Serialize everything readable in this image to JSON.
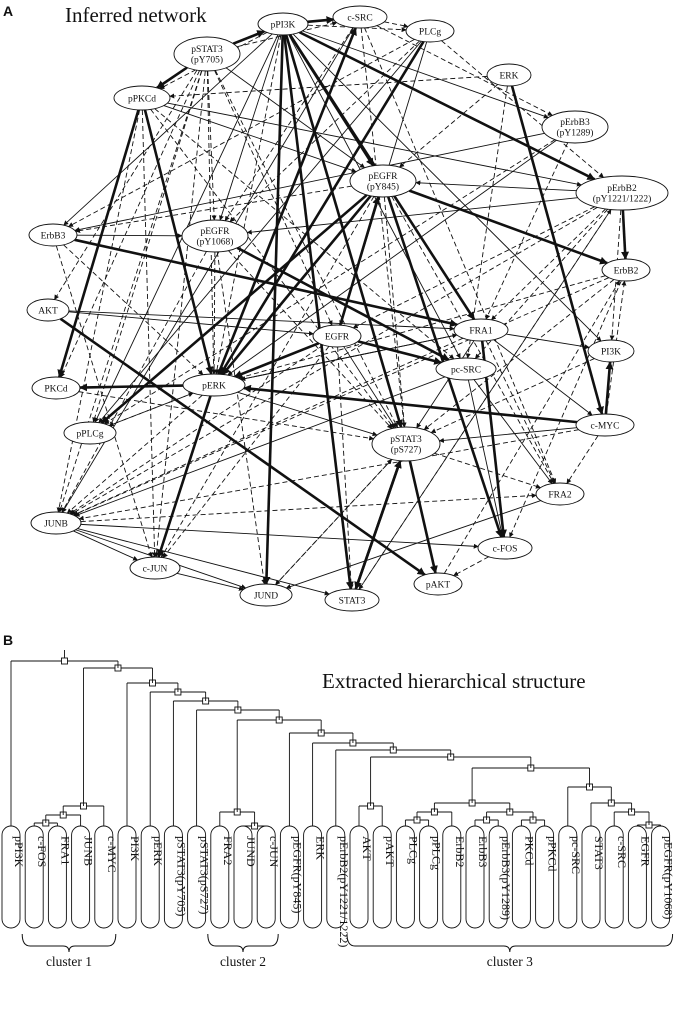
{
  "panel_a": {
    "letter": "A",
    "title": "Inferred network",
    "nodes": [
      {
        "id": "pPI3K",
        "label": [
          "pPI3K"
        ]
      },
      {
        "id": "cSRC",
        "label": [
          "c-SRC"
        ]
      },
      {
        "id": "PLCg",
        "label": [
          "PLCg"
        ]
      },
      {
        "id": "pSTAT3_705",
        "label": [
          "pSTAT3",
          "(pY705)"
        ]
      },
      {
        "id": "ERK",
        "label": [
          "ERK"
        ]
      },
      {
        "id": "pPKCd",
        "label": [
          "pPKCd"
        ]
      },
      {
        "id": "pErbB3",
        "label": [
          "pErbB3",
          "(pY1289)"
        ]
      },
      {
        "id": "pEGFR_845",
        "label": [
          "pEGFR",
          "(pY845)"
        ]
      },
      {
        "id": "pErbB2",
        "label": [
          "pErbB2",
          "(pY1221/1222)"
        ]
      },
      {
        "id": "ErbB3",
        "label": [
          "ErbB3"
        ]
      },
      {
        "id": "pEGFR_1068",
        "label": [
          "pEGFR",
          "(pY1068)"
        ]
      },
      {
        "id": "ErbB2",
        "label": [
          "ErbB2"
        ]
      },
      {
        "id": "AKT",
        "label": [
          "AKT"
        ]
      },
      {
        "id": "EGFR",
        "label": [
          "EGFR"
        ]
      },
      {
        "id": "FRA1",
        "label": [
          "FRA1"
        ]
      },
      {
        "id": "PI3K",
        "label": [
          "PI3K"
        ]
      },
      {
        "id": "pcSRC",
        "label": [
          "pc-SRC"
        ]
      },
      {
        "id": "PKCd",
        "label": [
          "PKCd"
        ]
      },
      {
        "id": "pERK",
        "label": [
          "pERK"
        ]
      },
      {
        "id": "cMYC",
        "label": [
          "c-MYC"
        ]
      },
      {
        "id": "pSTAT3_727",
        "label": [
          "pSTAT3",
          "(pS727)"
        ]
      },
      {
        "id": "pPLCg",
        "label": [
          "pPLCg"
        ]
      },
      {
        "id": "FRA2",
        "label": [
          "FRA2"
        ]
      },
      {
        "id": "JUNB",
        "label": [
          "JUNB"
        ]
      },
      {
        "id": "cFOS",
        "label": [
          "c-FOS"
        ]
      },
      {
        "id": "cJUN",
        "label": [
          "c-JUN"
        ]
      },
      {
        "id": "JUND",
        "label": [
          "JUND"
        ]
      },
      {
        "id": "STAT3",
        "label": [
          "STAT3"
        ]
      },
      {
        "id": "pAKT",
        "label": [
          "pAKT"
        ]
      }
    ],
    "edges": [
      [
        "pSTAT3_705",
        "pPI3K",
        "bold"
      ],
      [
        "pPI3K",
        "cSRC",
        "bold"
      ],
      [
        "cSRC",
        "PLCg",
        "dashed"
      ],
      [
        "pPI3K",
        "PLCg",
        "dashed"
      ],
      [
        "pPI3K",
        "pEGFR_845",
        "bold"
      ],
      [
        "pPI3K",
        "pErbB2",
        "bold"
      ],
      [
        "pPI3K",
        "FRA1",
        "bold"
      ],
      [
        "pPI3K",
        "STAT3",
        "bold"
      ],
      [
        "pPI3K",
        "JUND",
        "bold"
      ],
      [
        "pPI3K",
        "pSTAT3_727",
        "bold"
      ],
      [
        "pPI3K",
        "pPKCd",
        "dashed"
      ],
      [
        "pPI3K",
        "ErbB3",
        "thin"
      ],
      [
        "pPI3K",
        "pEGFR_1068",
        "thin"
      ],
      [
        "pPI3K",
        "pcSRC",
        "thin"
      ],
      [
        "pPI3K",
        "pErbB3",
        "thin"
      ],
      [
        "pPI3K",
        "pERK",
        "dashed"
      ],
      [
        "pPI3K",
        "PI3K",
        "thin"
      ],
      [
        "pPI3K",
        "pPLCg",
        "thin"
      ],
      [
        "pSTAT3_705",
        "pPKCd",
        "bold"
      ],
      [
        "pSTAT3_705",
        "pEGFR_845",
        "thin"
      ],
      [
        "pSTAT3_705",
        "pERK",
        "dashed"
      ],
      [
        "pSTAT3_705",
        "pEGFR_1068",
        "dashed"
      ],
      [
        "pSTAT3_705",
        "JUNB",
        "dashed"
      ],
      [
        "pSTAT3_705",
        "AKT",
        "dashed"
      ],
      [
        "pSTAT3_705",
        "PKCd",
        "dashed"
      ],
      [
        "pSTAT3_705",
        "pPLCg",
        "dashed"
      ],
      [
        "pSTAT3_705",
        "pSTAT3_727",
        "dashed"
      ],
      [
        "pSTAT3_705",
        "cJUN",
        "dashed"
      ],
      [
        "pSTAT3_705",
        "cSRC",
        "dashed"
      ],
      [
        "pSTAT3_705",
        "EGFR",
        "dashed"
      ],
      [
        "cSRC",
        "pSTAT3_727",
        "dashed"
      ],
      [
        "cSRC",
        "pERK",
        "thin"
      ],
      [
        "cSRC",
        "FRA2",
        "dashed"
      ],
      [
        "cSRC",
        "pEGFR_1068",
        "dashed"
      ],
      [
        "cSRC",
        "pErbB3",
        "dashed"
      ],
      [
        "cSRC",
        "JUNB",
        "thin"
      ],
      [
        "PLCg",
        "pERK",
        "bold"
      ],
      [
        "PLCg",
        "EGFR",
        "thin"
      ],
      [
        "PLCg",
        "pPLCg",
        "thin"
      ],
      [
        "PLCg",
        "pEGFR_1068",
        "dashed"
      ],
      [
        "PLCg",
        "pErbB2",
        "dashed"
      ],
      [
        "PLCg",
        "ErbB3",
        "dashed"
      ],
      [
        "ERK",
        "cMYC",
        "bold"
      ],
      [
        "ERK",
        "pEGFR_845",
        "dashed"
      ],
      [
        "ERK",
        "pcSRC",
        "dashed"
      ],
      [
        "ERK",
        "pPKCd",
        "dashed"
      ],
      [
        "pPKCd",
        "pERK",
        "bold"
      ],
      [
        "pPKCd",
        "PKCd",
        "bold"
      ],
      [
        "pPKCd",
        "pErbB2",
        "thin"
      ],
      [
        "pPKCd",
        "pcSRC",
        "dashed"
      ],
      [
        "pPKCd",
        "pSTAT3_727",
        "dashed"
      ],
      [
        "pPKCd",
        "pEGFR_845",
        "thin"
      ],
      [
        "pPKCd",
        "JUNB",
        "dashed"
      ],
      [
        "pPKCd",
        "cJUN",
        "dashed"
      ],
      [
        "pErbB3",
        "pERK",
        "thin"
      ],
      [
        "pErbB3",
        "ErbB3",
        "thin"
      ],
      [
        "pErbB3",
        "FRA1",
        "dashed"
      ],
      [
        "pErbB3",
        "pPLCg",
        "dashed"
      ],
      [
        "pEGFR_845",
        "pERK",
        "bold"
      ],
      [
        "pEGFR_845",
        "ErbB2",
        "bold"
      ],
      [
        "pEGFR_845",
        "pPLCg",
        "bold"
      ],
      [
        "pEGFR_845",
        "cFOS",
        "bold"
      ],
      [
        "pEGFR_845",
        "ErbB3",
        "dashed"
      ],
      [
        "pEGFR_845",
        "pSTAT3_727",
        "dashed"
      ],
      [
        "pEGFR_845",
        "cJUN",
        "dashed"
      ],
      [
        "pEGFR_845",
        "FRA2",
        "dashed"
      ],
      [
        "pErbB2",
        "ErbB2",
        "bold"
      ],
      [
        "pErbB2",
        "pEGFR_1068",
        "thin"
      ],
      [
        "pErbB2",
        "pcSRC",
        "dashed"
      ],
      [
        "pErbB2",
        "FRA1",
        "dashed"
      ],
      [
        "pErbB2",
        "EGFR",
        "dashed"
      ],
      [
        "pErbB2",
        "PI3K",
        "dashed"
      ],
      [
        "pErbB2",
        "JUNB",
        "dashed"
      ],
      [
        "pErbB2",
        "STAT3",
        "dashed"
      ],
      [
        "pErbB2",
        "pEGFR_845",
        "thin"
      ],
      [
        "ErbB3",
        "pEGFR_1068",
        "thin"
      ],
      [
        "ErbB3",
        "FRA1",
        "bold"
      ],
      [
        "ErbB3",
        "pERK",
        "dashed"
      ],
      [
        "ErbB3",
        "cJUN",
        "dashed"
      ],
      [
        "pEGFR_1068",
        "pcSRC",
        "bold"
      ],
      [
        "pEGFR_1068",
        "pSTAT3_727",
        "dashed"
      ],
      [
        "pEGFR_1068",
        "pERK",
        "dashed"
      ],
      [
        "pEGFR_1068",
        "JUNB",
        "dashed"
      ],
      [
        "pEGFR_1068",
        "JUND",
        "dashed"
      ],
      [
        "ErbB2",
        "pSTAT3_727",
        "dashed"
      ],
      [
        "ErbB2",
        "pERK",
        "dashed"
      ],
      [
        "ErbB2",
        "JUNB",
        "dashed"
      ],
      [
        "ErbB2",
        "cFOS",
        "dashed"
      ],
      [
        "AKT",
        "pAKT",
        "bold"
      ],
      [
        "AKT",
        "EGFR",
        "thin"
      ],
      [
        "AKT",
        "FRA1",
        "thin"
      ],
      [
        "EGFR",
        "pERK",
        "bold"
      ],
      [
        "EGFR",
        "pcSRC",
        "bold"
      ],
      [
        "EGFR",
        "pEGFR_845",
        "bold"
      ],
      [
        "EGFR",
        "pSTAT3_727",
        "thin"
      ],
      [
        "EGFR",
        "cJUN",
        "dashed"
      ],
      [
        "EGFR",
        "STAT3",
        "dashed"
      ],
      [
        "EGFR",
        "JUNB",
        "dashed"
      ],
      [
        "FRA1",
        "cFOS",
        "bold"
      ],
      [
        "FRA1",
        "pERK",
        "thin"
      ],
      [
        "FRA1",
        "PI3K",
        "thin"
      ],
      [
        "FRA1",
        "FRA2",
        "dashed"
      ],
      [
        "FRA1",
        "pSTAT3_727",
        "thin"
      ],
      [
        "FRA1",
        "JUNB",
        "dashed"
      ],
      [
        "FRA1",
        "cMYC",
        "thin"
      ],
      [
        "pcSRC",
        "cFOS",
        "thin"
      ],
      [
        "pcSRC",
        "FRA2",
        "thin"
      ],
      [
        "pcSRC",
        "JUNB",
        "thin"
      ],
      [
        "cMYC",
        "PI3K",
        "bold"
      ],
      [
        "cMYC",
        "pERK",
        "bold"
      ],
      [
        "cMYC",
        "pSTAT3_727",
        "thin"
      ],
      [
        "cMYC",
        "JUNB",
        "dashed"
      ],
      [
        "cMYC",
        "ErbB2",
        "dashed"
      ],
      [
        "cMYC",
        "FRA2",
        "dashed"
      ],
      [
        "pERK",
        "PKCd",
        "bold"
      ],
      [
        "pERK",
        "cJUN",
        "bold"
      ],
      [
        "pERK",
        "pPLCg",
        "dashed"
      ],
      [
        "pERK",
        "JUNB",
        "dashed"
      ],
      [
        "pERK",
        "pSTAT3_727",
        "thin"
      ],
      [
        "pERK",
        "FRA1",
        "thin"
      ],
      [
        "pERK",
        "cSRC",
        "bold"
      ],
      [
        "pSTAT3_727",
        "STAT3",
        "bold"
      ],
      [
        "pSTAT3_727",
        "pAKT",
        "bold"
      ],
      [
        "pSTAT3_727",
        "JUND",
        "dashed"
      ],
      [
        "pSTAT3_727",
        "FRA2",
        "dashed"
      ],
      [
        "JUNB",
        "cJUN",
        "thin"
      ],
      [
        "JUNB",
        "JUND",
        "thin"
      ],
      [
        "JUNB",
        "STAT3",
        "thin"
      ],
      [
        "JUNB",
        "FRA2",
        "dashed"
      ],
      [
        "JUNB",
        "cFOS",
        "thin"
      ],
      [
        "cJUN",
        "JUND",
        "thin"
      ],
      [
        "FRA2",
        "JUND",
        "thin"
      ],
      [
        "STAT3",
        "pSTAT3_727",
        "bold"
      ],
      [
        "cFOS",
        "pAKT",
        "dashed"
      ],
      [
        "PKCd",
        "pSTAT3_727",
        "dashed"
      ],
      [
        "pPLCg",
        "pERK",
        "dashed"
      ],
      [
        "JUND",
        "pSTAT3_727",
        "dashed"
      ],
      [
        "pAKT",
        "ErbB2",
        "dashed"
      ],
      [
        "PI3K",
        "pSTAT3_727",
        "dashed"
      ],
      [
        "STAT3",
        "pErbB2",
        "dashed"
      ]
    ]
  },
  "panel_b": {
    "letter": "B",
    "title": "Extracted hierarchical structure",
    "leaves": [
      "pPI3K",
      "c-FOS",
      "FRA1",
      "JUNB",
      "c-MYC",
      "PI3K",
      "pERK",
      "pSTAT3(pY705)",
      "pSTAT3(pS727)",
      "FRA2",
      "JUND",
      "c-JUN",
      "pEGFR(pY845)",
      "ERK",
      "pErbB2(pY1221/1222)",
      "AKT",
      "pAKT",
      "PLCg",
      "pPLCg",
      "ErbB2",
      "ErbB3",
      "pErbB3(pY1289)",
      "PKCd",
      "pPKCd",
      "pc-SRC",
      "STAT3",
      "c-SRC",
      "EGFR",
      "pEGFR(pY1068)"
    ],
    "clusters": [
      {
        "label": "cluster 1",
        "from": 1,
        "to": 4
      },
      {
        "label": "cluster 2",
        "from": 9,
        "to": 11
      },
      {
        "label": "cluster 3",
        "from": 15,
        "to": 28
      }
    ]
  }
}
